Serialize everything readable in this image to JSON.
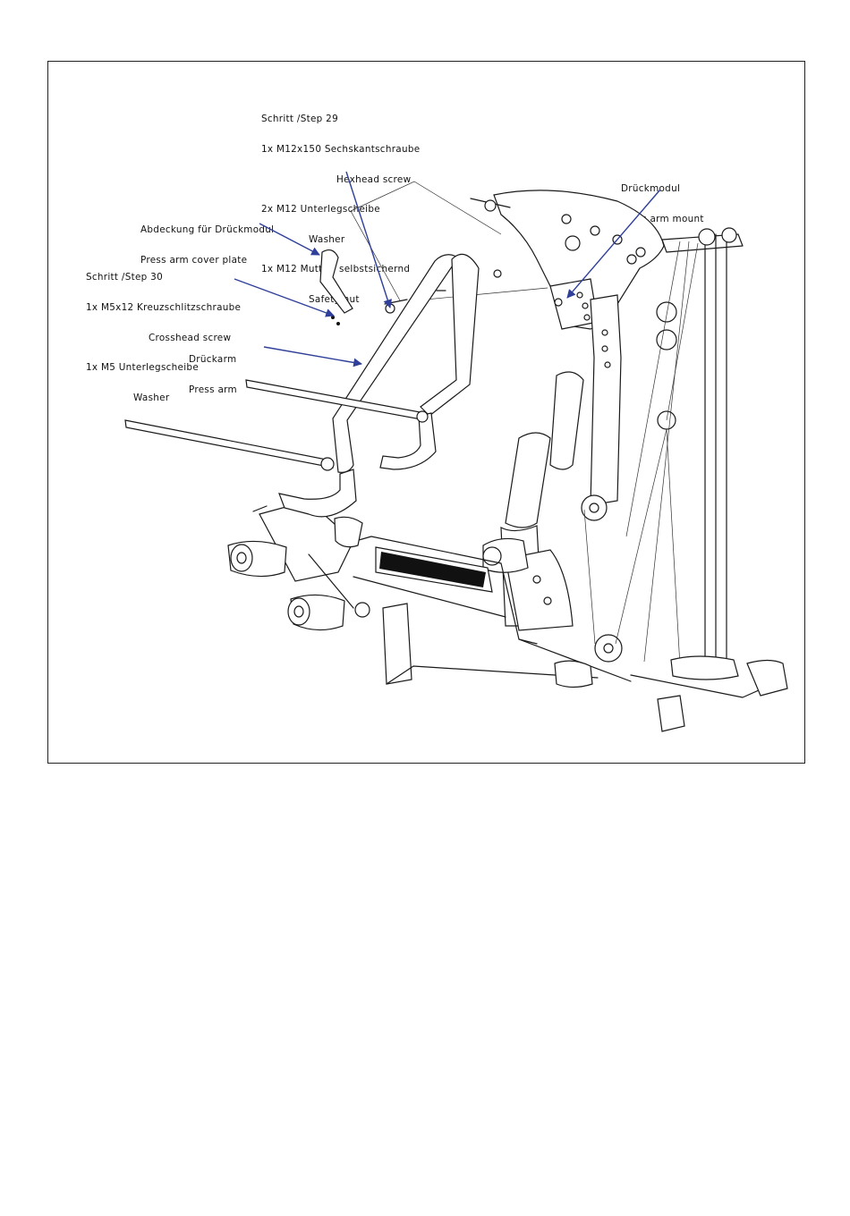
{
  "labels": {
    "step29": {
      "title": "Schritt /Step 29",
      "line1": "1x M12x150 Sechskantschraube",
      "line1_en": "Hexhead screw",
      "line2": "2x M12 Unterlegscheibe",
      "line2_en": "Washer",
      "line3": "1x M12 Mutter, selbstsichernd",
      "line3_en": "Safety nut"
    },
    "press_arm_mount": {
      "de": "Drückmodul",
      "en": "Press arm mount"
    },
    "cover_plate": {
      "de": "Abdeckung für Drückmodul",
      "en": "Press arm cover plate"
    },
    "step30": {
      "title": "Schritt /Step 30",
      "line1": "1x M5x12 Kreuzschlitzschraube",
      "line1_en": "Crosshead screw",
      "line2": "1x M5 Unterlegscheibe",
      "line2_en": "Washer"
    },
    "press_arm": {
      "de": "Drückarm",
      "en": "Press arm"
    }
  },
  "colors": {
    "arrow": "#2f3f9a",
    "line": "#1a1a1a",
    "pad": "#111111"
  }
}
